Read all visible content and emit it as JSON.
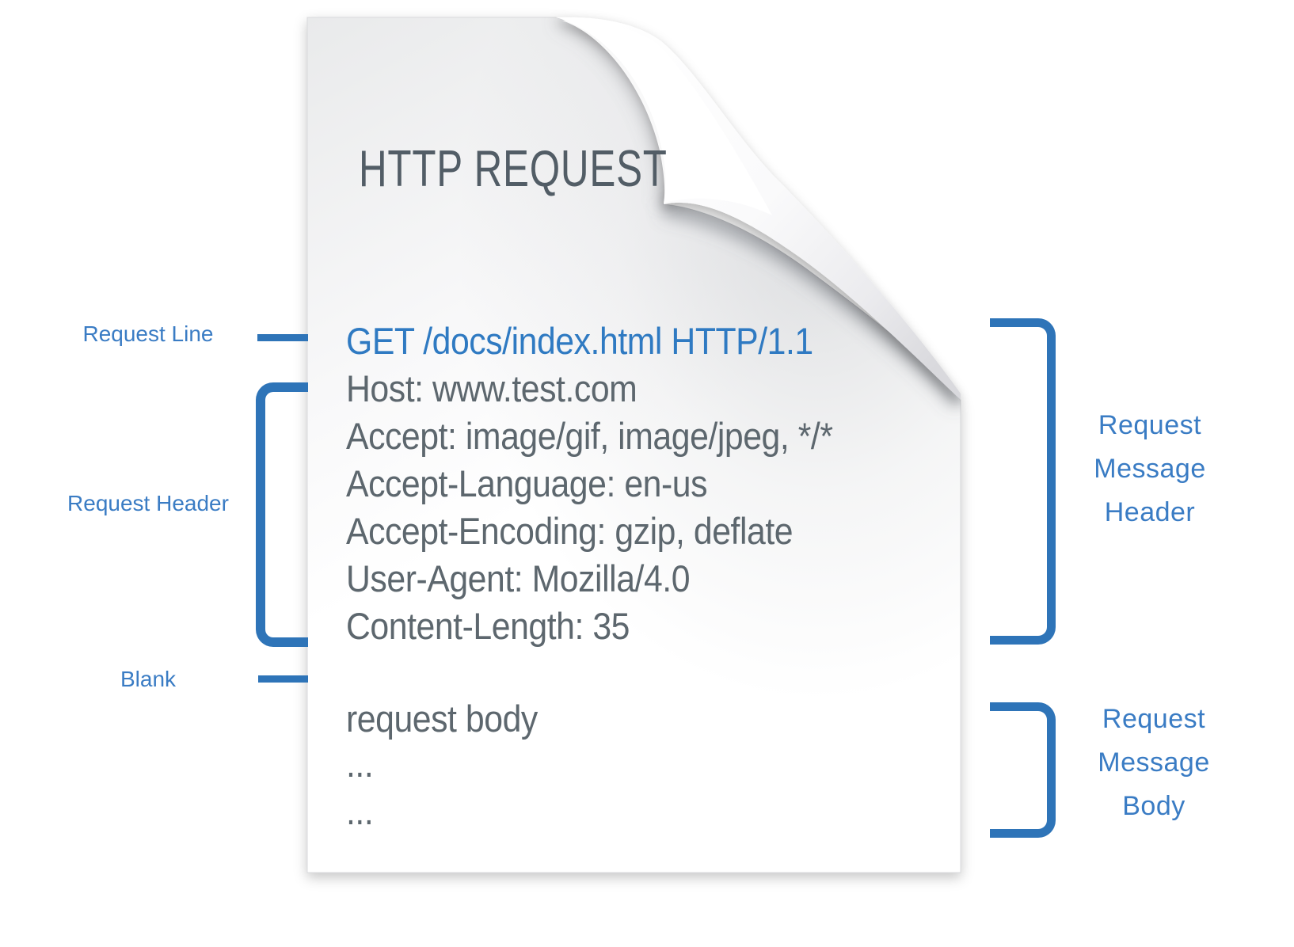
{
  "document": {
    "title": "HTTP REQUEST",
    "request_line": "GET /docs/index.html HTTP/1.1",
    "headers": [
      "Host: www.test.com",
      "Accept: image/gif, image/jpeg, */*",
      "Accept-Language: en-us",
      "Accept-Encoding: gzip, deflate",
      "User-Agent: Mozilla/4.0",
      "Content-Length: 35"
    ],
    "body_lines": [
      "request body",
      "...",
      "..."
    ]
  },
  "annotations": {
    "request_line_label": "Request Line",
    "request_header_label": "Request Header",
    "blank_label": "Blank",
    "message_header_label": "Request Message Header",
    "message_body_label": "Request Message Body"
  },
  "colors": {
    "accent_blue": "#2e74b8",
    "label_blue": "#3a7cc4",
    "request_line_blue": "#2f7ac2",
    "body_text_gray": "#5d676e",
    "title_gray": "#525d66",
    "background": "#ffffff"
  }
}
